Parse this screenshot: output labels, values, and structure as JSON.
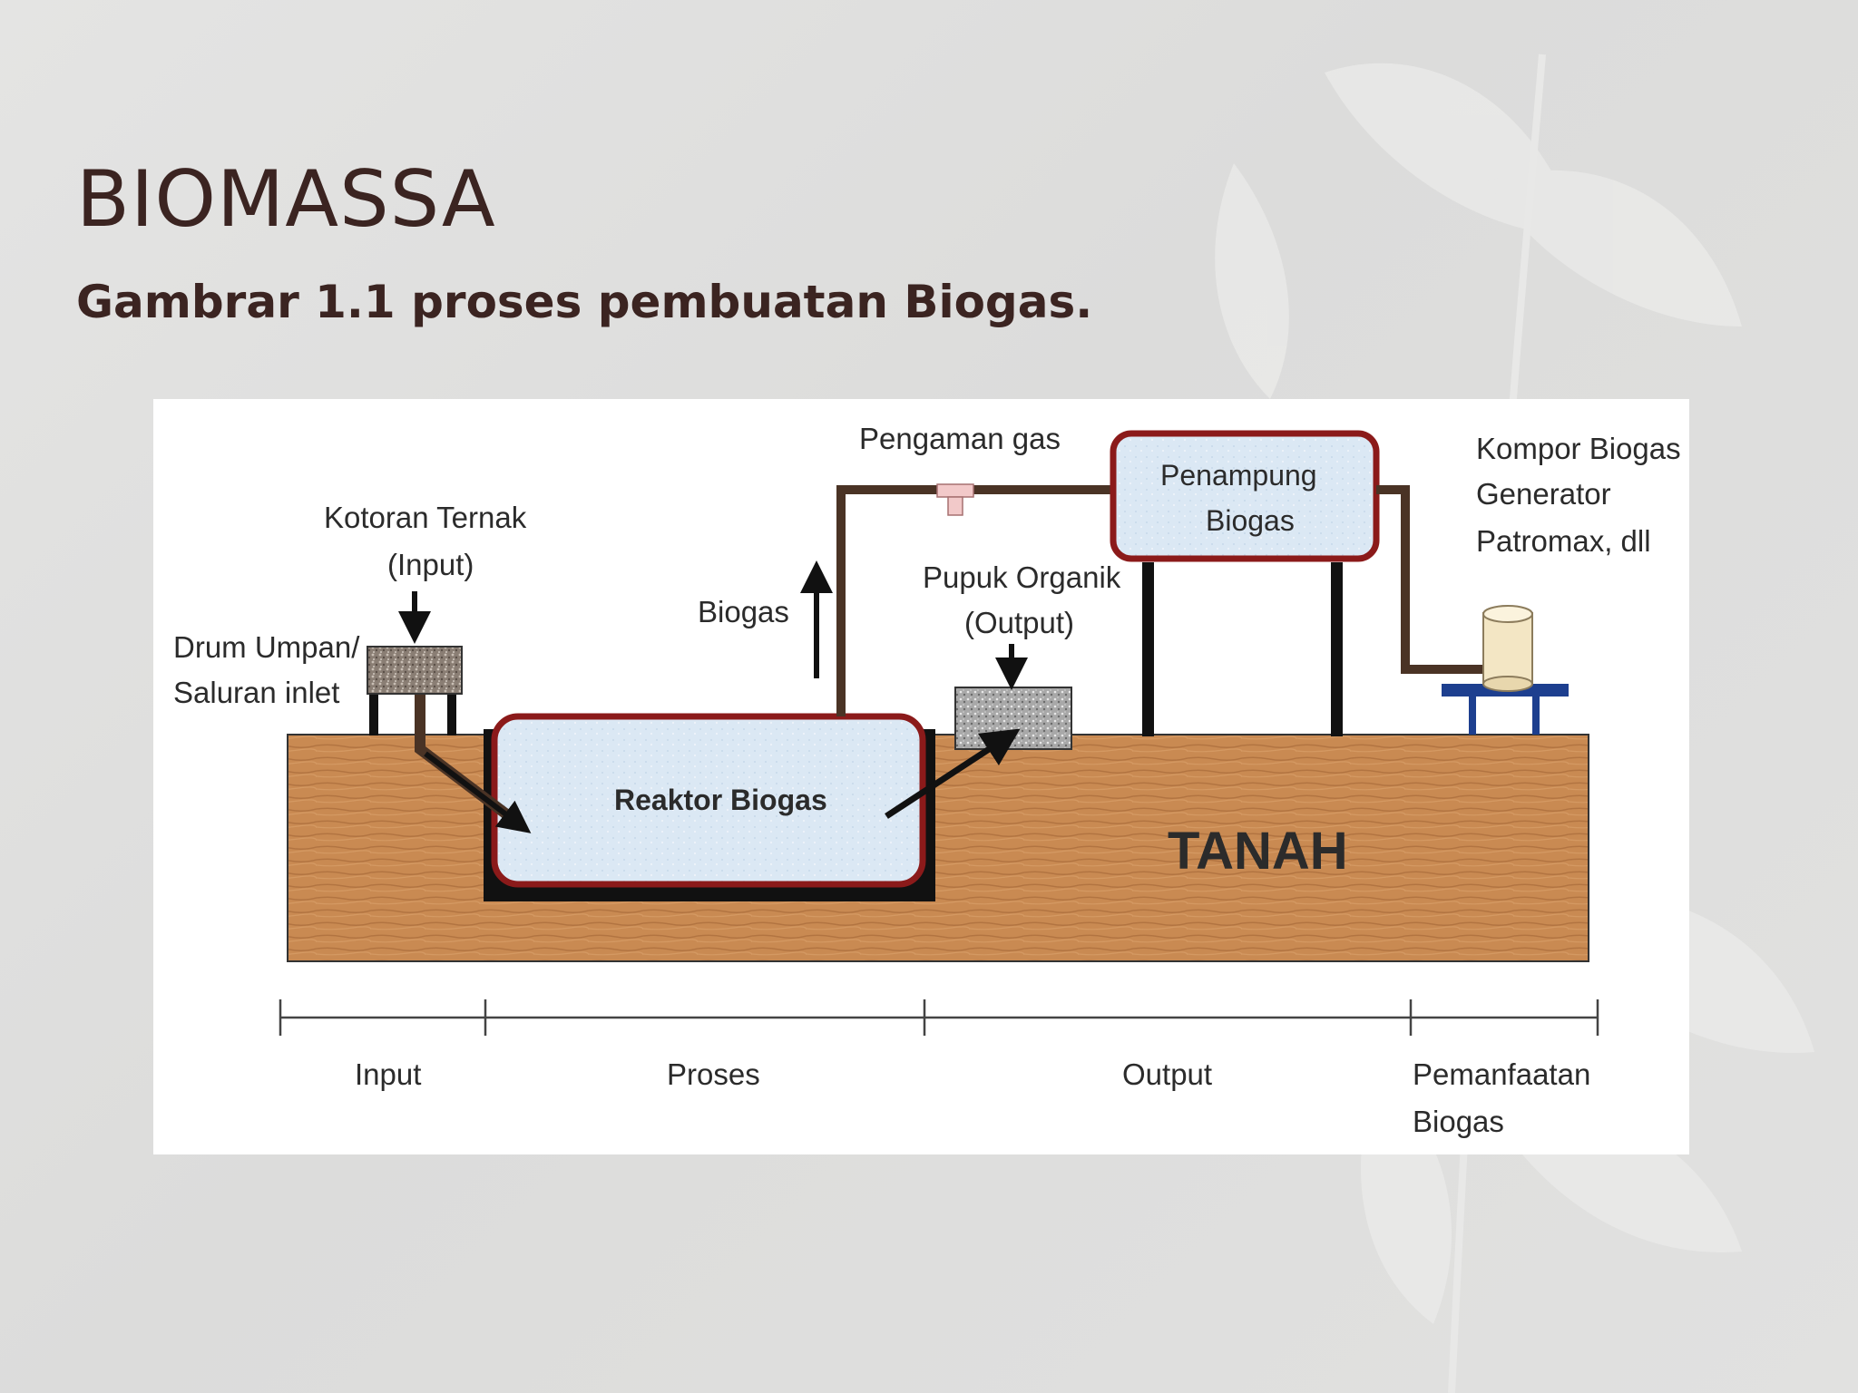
{
  "slide": {
    "title": "BIOMASSA",
    "subtitle": "Gambrar 1.1 proses pembuatan Biogas."
  },
  "diagram": {
    "labels": {
      "kotoran_line1": "Kotoran Ternak",
      "kotoran_line2": "(Input)",
      "drum_line1": "Drum Umpan/",
      "drum_line2": "Saluran inlet",
      "biogas": "Biogas",
      "pengaman_gas": "Pengaman gas",
      "penampung_line1": "Penampung",
      "penampung_line2": "Biogas",
      "kompor_line1": "Kompor Biogas",
      "kompor_line2": "Generator",
      "kompor_line3": "Patromax, dll",
      "pupuk_line1": "Pupuk Organik",
      "pupuk_line2": "(Output)",
      "reaktor": "Reaktor Biogas",
      "tanah": "TANAH"
    },
    "timeline": {
      "input": "Input",
      "proses": "Proses",
      "output": "Output",
      "pemanfaatan_line1": "Pemanfaatan",
      "pemanfaatan_line2": "Biogas"
    },
    "colors": {
      "soil": "#c98a52",
      "soil_dark": "#a86b3a",
      "tank_fill": "#dbe8f4",
      "tank_border": "#8b1a1a",
      "pipe": "#4a3325",
      "stove_stand": "#1d3f8f",
      "title_text": "#3b2421"
    }
  }
}
